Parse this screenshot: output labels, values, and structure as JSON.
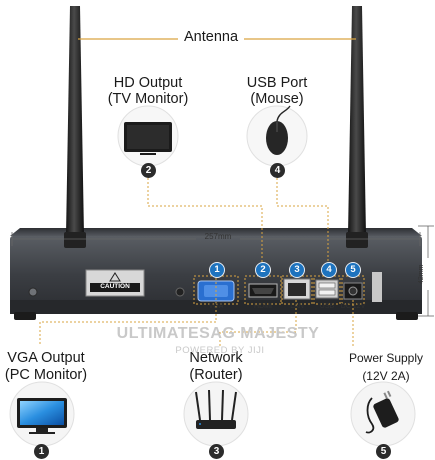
{
  "labels": {
    "antenna": "Antenna",
    "hd_output_line1": "HD Output",
    "hd_output_line2": "(TV Monitor)",
    "usb_port_line1": "USB Port",
    "usb_port_line2": "(Mouse)",
    "vga_output_line1": "VGA Output",
    "vga_output_line2": "(PC Monitor)",
    "network_line1": "Network",
    "network_line2": "(Router)",
    "power_line1": "Power Supply",
    "power_line2": "(12V 2A)",
    "width_dim": "257mm",
    "height_dim": "42mm",
    "caution": "CAUTION"
  },
  "ports": [
    {
      "num": "1",
      "name": "VGA"
    },
    {
      "num": "2",
      "name": "HDMI"
    },
    {
      "num": "3",
      "name": "LAN"
    },
    {
      "num": "4",
      "name": "USB"
    },
    {
      "num": "5",
      "name": "DC 12V"
    }
  ],
  "badges": {
    "hd": "2",
    "usb": "4",
    "vga": "1",
    "network": "3",
    "power": "5"
  },
  "watermark": {
    "line1": "ULTIMATESAG MAJESTY",
    "line2": "POWERED BY JIJI"
  },
  "colors": {
    "port_badge": "#1e73be",
    "callout_line": "#d9a441",
    "chassis": "#3a3d42"
  }
}
